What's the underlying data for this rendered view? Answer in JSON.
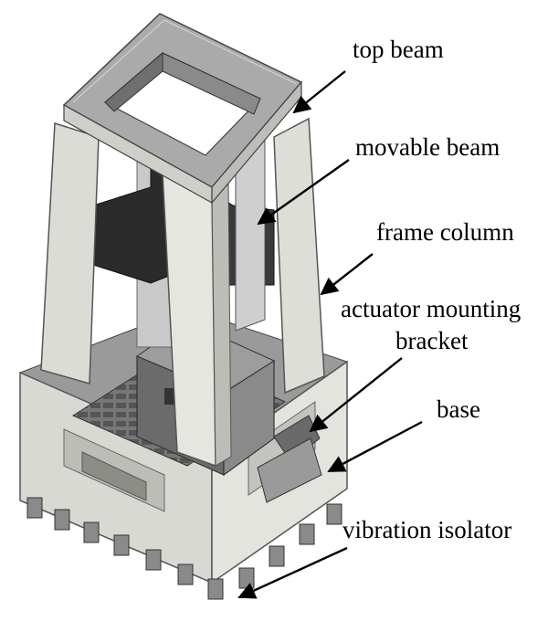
{
  "labels": {
    "top_beam": "top beam",
    "movable_beam": "movable beam",
    "frame_column": "frame column",
    "actuator_line1": "actuator mounting",
    "actuator_line2": "bracket",
    "base": "base",
    "vibration_isolator": "vibration isolator"
  }
}
